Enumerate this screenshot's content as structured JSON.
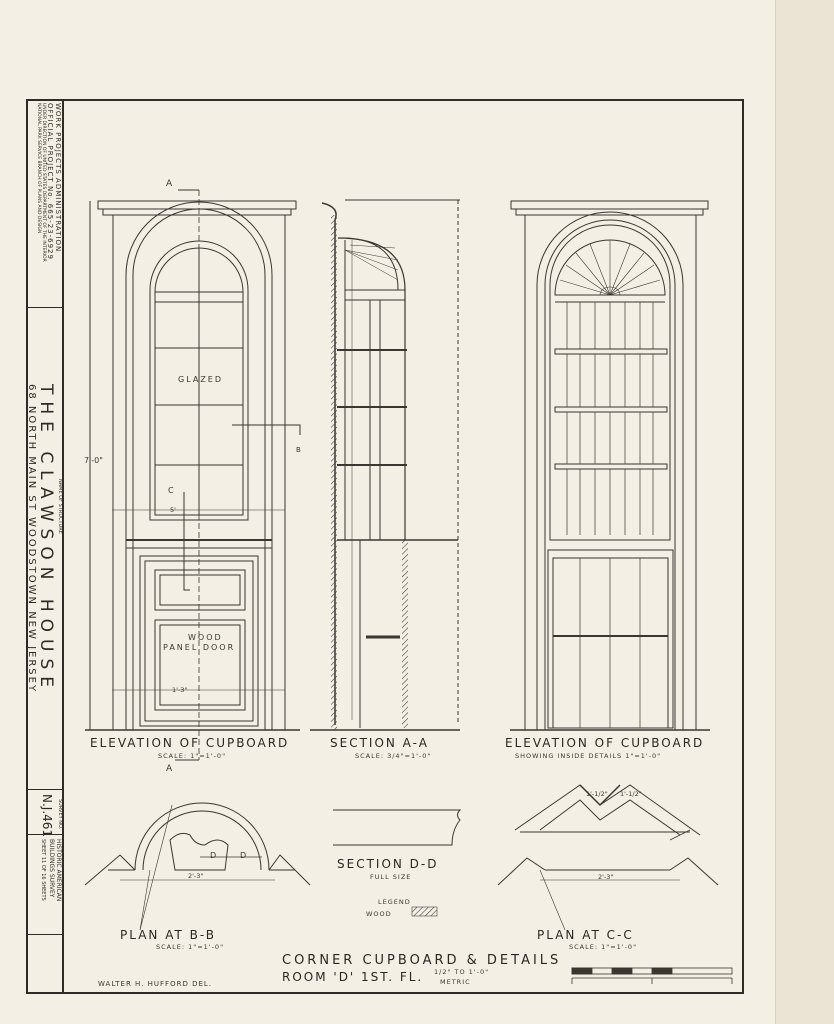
{
  "sidebar": {
    "wpa_line1": "WORK PROJECTS ADMINISTRATION",
    "wpa_line2": "OFFICIAL PROJECT No. 665-23-6929",
    "wpa_line3": "UNDER DIRECTION OF UNITED STATES DEPARTMENT OF THE INTERIOR",
    "wpa_line4": "NATIONAL PARK SERVICE BRANCH OF PLANS AND DESIGN",
    "structure_label": "NAME OF STRUCTURE",
    "title": "THE CLAWSON HOUSE",
    "address": "68 NORTH MAIN ST  WOODSTOWN NEW JERSEY",
    "survey_label": "SURVEY NO.",
    "survey_no": "N.J.461",
    "habs_line1": "HISTORIC AMERICAN",
    "habs_line2": "BUILDINGS SURVEY",
    "sheet_info": "SHEET 11 OF 16 SHEETS"
  },
  "drawings": {
    "elev1_title": "ELEVATION OF CUPBOARD",
    "elev1_scale": "SCALE: 1\"=1'-0\"",
    "section_aa_title": "SECTION A-A",
    "section_aa_scale": "SCALE: 3/4\"=1'-0\"",
    "elev2_title": "ELEVATION OF CUPBOARD",
    "elev2_scale": "SHOWING INSIDE DETAILS 1\"=1'-0\"",
    "glazed_label": "GLAZED",
    "door_label1": "WOOD",
    "door_label2": "PANEL DOOR",
    "height_dim": "7'-0\"",
    "width_dim1": "5'",
    "width_dim2": "1'-3\"",
    "marker_a": "A",
    "marker_b": "B",
    "marker_c": "C",
    "marker_d": "D",
    "plan_bb_title": "PLAN AT B-B",
    "plan_bb_scale": "SCALE: 1\"=1'-0\"",
    "plan_bb_width": "2'-3\"",
    "section_dd_title": "SECTION D-D",
    "section_dd_scale": "FULL SIZE",
    "legend_title": "LEGEND",
    "legend_wood": "WOOD",
    "plan_cc_title": "PLAN AT C-C",
    "plan_cc_scale": "SCALE: 1\"=1'-0\"",
    "plan_cc_width": "2'-3\"",
    "plan_cc_dim1": "1'-1/2\"",
    "plan_cc_dim2": "1'-1/2\""
  },
  "title_block": {
    "main_title": "CORNER CUPBOARD & DETAILS",
    "sub_title": "ROOM 'D' 1ST. FL.",
    "scale_text": "1/2\" TO 1'-0\"",
    "metric": "METRIC",
    "delineator": "WALTER H. HUFFORD   DEL."
  }
}
